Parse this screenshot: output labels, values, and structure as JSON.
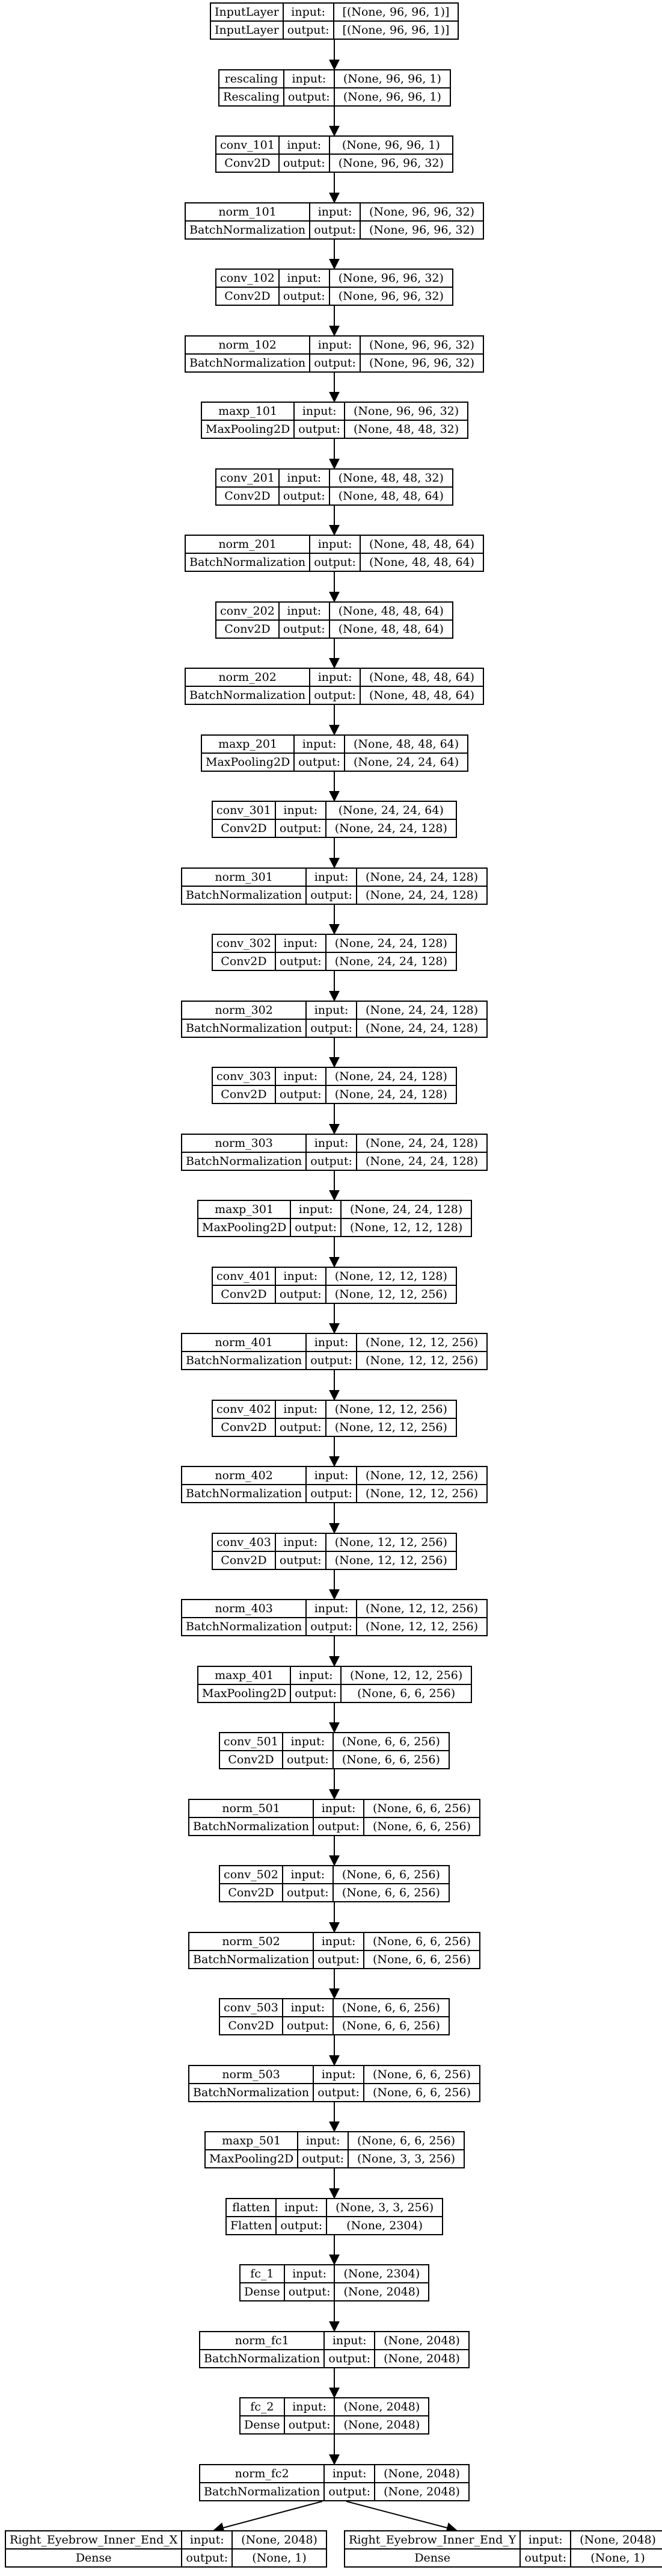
{
  "diagram": {
    "labels": {
      "input": "input:",
      "output": "output:"
    },
    "layers": [
      {
        "name": "InputLayer",
        "type": "InputLayer",
        "in": "[(None, 96, 96, 1)]",
        "out": "[(None, 96, 96, 1)]"
      },
      {
        "name": "rescaling",
        "type": "Rescaling",
        "in": "(None, 96, 96, 1)",
        "out": "(None, 96, 96, 1)"
      },
      {
        "name": "conv_101",
        "type": "Conv2D",
        "in": "(None, 96, 96, 1)",
        "out": "(None, 96, 96, 32)"
      },
      {
        "name": "norm_101",
        "type": "BatchNormalization",
        "in": "(None, 96, 96, 32)",
        "out": "(None, 96, 96, 32)"
      },
      {
        "name": "conv_102",
        "type": "Conv2D",
        "in": "(None, 96, 96, 32)",
        "out": "(None, 96, 96, 32)"
      },
      {
        "name": "norm_102",
        "type": "BatchNormalization",
        "in": "(None, 96, 96, 32)",
        "out": "(None, 96, 96, 32)"
      },
      {
        "name": "maxp_101",
        "type": "MaxPooling2D",
        "in": "(None, 96, 96, 32)",
        "out": "(None, 48, 48, 32)"
      },
      {
        "name": "conv_201",
        "type": "Conv2D",
        "in": "(None, 48, 48, 32)",
        "out": "(None, 48, 48, 64)"
      },
      {
        "name": "norm_201",
        "type": "BatchNormalization",
        "in": "(None, 48, 48, 64)",
        "out": "(None, 48, 48, 64)"
      },
      {
        "name": "conv_202",
        "type": "Conv2D",
        "in": "(None, 48, 48, 64)",
        "out": "(None, 48, 48, 64)"
      },
      {
        "name": "norm_202",
        "type": "BatchNormalization",
        "in": "(None, 48, 48, 64)",
        "out": "(None, 48, 48, 64)"
      },
      {
        "name": "maxp_201",
        "type": "MaxPooling2D",
        "in": "(None, 48, 48, 64)",
        "out": "(None, 24, 24, 64)"
      },
      {
        "name": "conv_301",
        "type": "Conv2D",
        "in": "(None, 24, 24, 64)",
        "out": "(None, 24, 24, 128)"
      },
      {
        "name": "norm_301",
        "type": "BatchNormalization",
        "in": "(None, 24, 24, 128)",
        "out": "(None, 24, 24, 128)"
      },
      {
        "name": "conv_302",
        "type": "Conv2D",
        "in": "(None, 24, 24, 128)",
        "out": "(None, 24, 24, 128)"
      },
      {
        "name": "norm_302",
        "type": "BatchNormalization",
        "in": "(None, 24, 24, 128)",
        "out": "(None, 24, 24, 128)"
      },
      {
        "name": "conv_303",
        "type": "Conv2D",
        "in": "(None, 24, 24, 128)",
        "out": "(None, 24, 24, 128)"
      },
      {
        "name": "norm_303",
        "type": "BatchNormalization",
        "in": "(None, 24, 24, 128)",
        "out": "(None, 24, 24, 128)"
      },
      {
        "name": "maxp_301",
        "type": "MaxPooling2D",
        "in": "(None, 24, 24, 128)",
        "out": "(None, 12, 12, 128)"
      },
      {
        "name": "conv_401",
        "type": "Conv2D",
        "in": "(None, 12, 12, 128)",
        "out": "(None, 12, 12, 256)"
      },
      {
        "name": "norm_401",
        "type": "BatchNormalization",
        "in": "(None, 12, 12, 256)",
        "out": "(None, 12, 12, 256)"
      },
      {
        "name": "conv_402",
        "type": "Conv2D",
        "in": "(None, 12, 12, 256)",
        "out": "(None, 12, 12, 256)"
      },
      {
        "name": "norm_402",
        "type": "BatchNormalization",
        "in": "(None, 12, 12, 256)",
        "out": "(None, 12, 12, 256)"
      },
      {
        "name": "conv_403",
        "type": "Conv2D",
        "in": "(None, 12, 12, 256)",
        "out": "(None, 12, 12, 256)"
      },
      {
        "name": "norm_403",
        "type": "BatchNormalization",
        "in": "(None, 12, 12, 256)",
        "out": "(None, 12, 12, 256)"
      },
      {
        "name": "maxp_401",
        "type": "MaxPooling2D",
        "in": "(None, 12, 12, 256)",
        "out": "(None, 6, 6, 256)"
      },
      {
        "name": "conv_501",
        "type": "Conv2D",
        "in": "(None, 6, 6, 256)",
        "out": "(None, 6, 6, 256)"
      },
      {
        "name": "norm_501",
        "type": "BatchNormalization",
        "in": "(None, 6, 6, 256)",
        "out": "(None, 6, 6, 256)"
      },
      {
        "name": "conv_502",
        "type": "Conv2D",
        "in": "(None, 6, 6, 256)",
        "out": "(None, 6, 6, 256)"
      },
      {
        "name": "norm_502",
        "type": "BatchNormalization",
        "in": "(None, 6, 6, 256)",
        "out": "(None, 6, 6, 256)"
      },
      {
        "name": "conv_503",
        "type": "Conv2D",
        "in": "(None, 6, 6, 256)",
        "out": "(None, 6, 6, 256)"
      },
      {
        "name": "norm_503",
        "type": "BatchNormalization",
        "in": "(None, 6, 6, 256)",
        "out": "(None, 6, 6, 256)"
      },
      {
        "name": "maxp_501",
        "type": "MaxPooling2D",
        "in": "(None, 6, 6, 256)",
        "out": "(None, 3, 3, 256)"
      },
      {
        "name": "flatten",
        "type": "Flatten",
        "in": "(None, 3, 3, 256)",
        "out": "(None, 2304)"
      },
      {
        "name": "fc_1",
        "type": "Dense",
        "in": "(None, 2304)",
        "out": "(None, 2048)"
      },
      {
        "name": "norm_fc1",
        "type": "BatchNormalization",
        "in": "(None, 2048)",
        "out": "(None, 2048)"
      },
      {
        "name": "fc_2",
        "type": "Dense",
        "in": "(None, 2048)",
        "out": "(None, 2048)"
      },
      {
        "name": "norm_fc2",
        "type": "BatchNormalization",
        "in": "(None, 2048)",
        "out": "(None, 2048)"
      }
    ],
    "outputs": [
      {
        "name": "Right_Eyebrow_Inner_End_X",
        "type": "Dense",
        "in": "(None, 2048)",
        "out": "(None, 1)"
      },
      {
        "name": "Right_Eyebrow_Inner_End_Y",
        "type": "Dense",
        "in": "(None, 2048)",
        "out": "(None, 1)"
      }
    ]
  }
}
